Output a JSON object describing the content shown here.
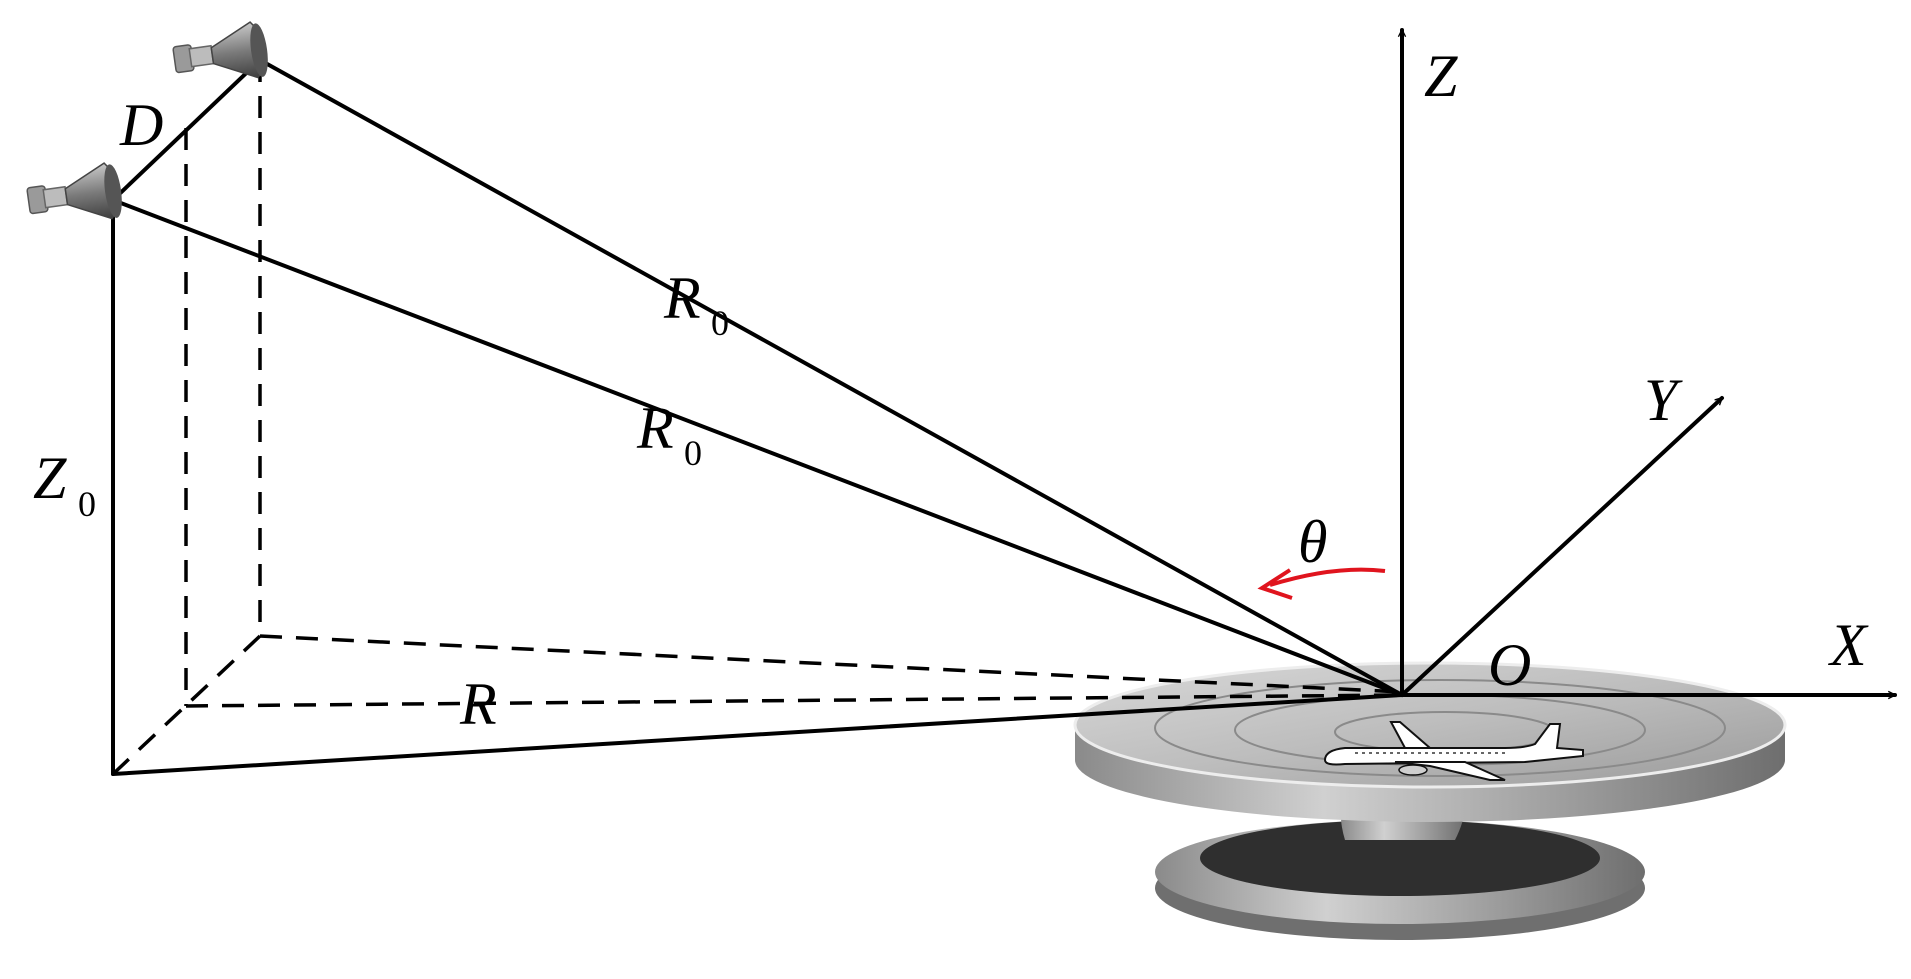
{
  "labels": {
    "z_axis": "Z",
    "y_axis": "Y",
    "x_axis": "X",
    "origin": "O",
    "theta": "θ",
    "distance_upper_main": "R",
    "distance_upper_sub": "0",
    "distance_lower_main": "R",
    "distance_lower_sub": "0",
    "ground_range": "R",
    "height_main": "Z",
    "height_sub": "0",
    "antenna_spacing": "D"
  },
  "colors": {
    "lines": "#000000",
    "rotation_arrow": "#e0141e",
    "turntable": "#a9a9a9"
  },
  "icons": {
    "antenna": "horn-antenna-icon",
    "target": "airplane-icon",
    "platform": "turntable-icon"
  }
}
